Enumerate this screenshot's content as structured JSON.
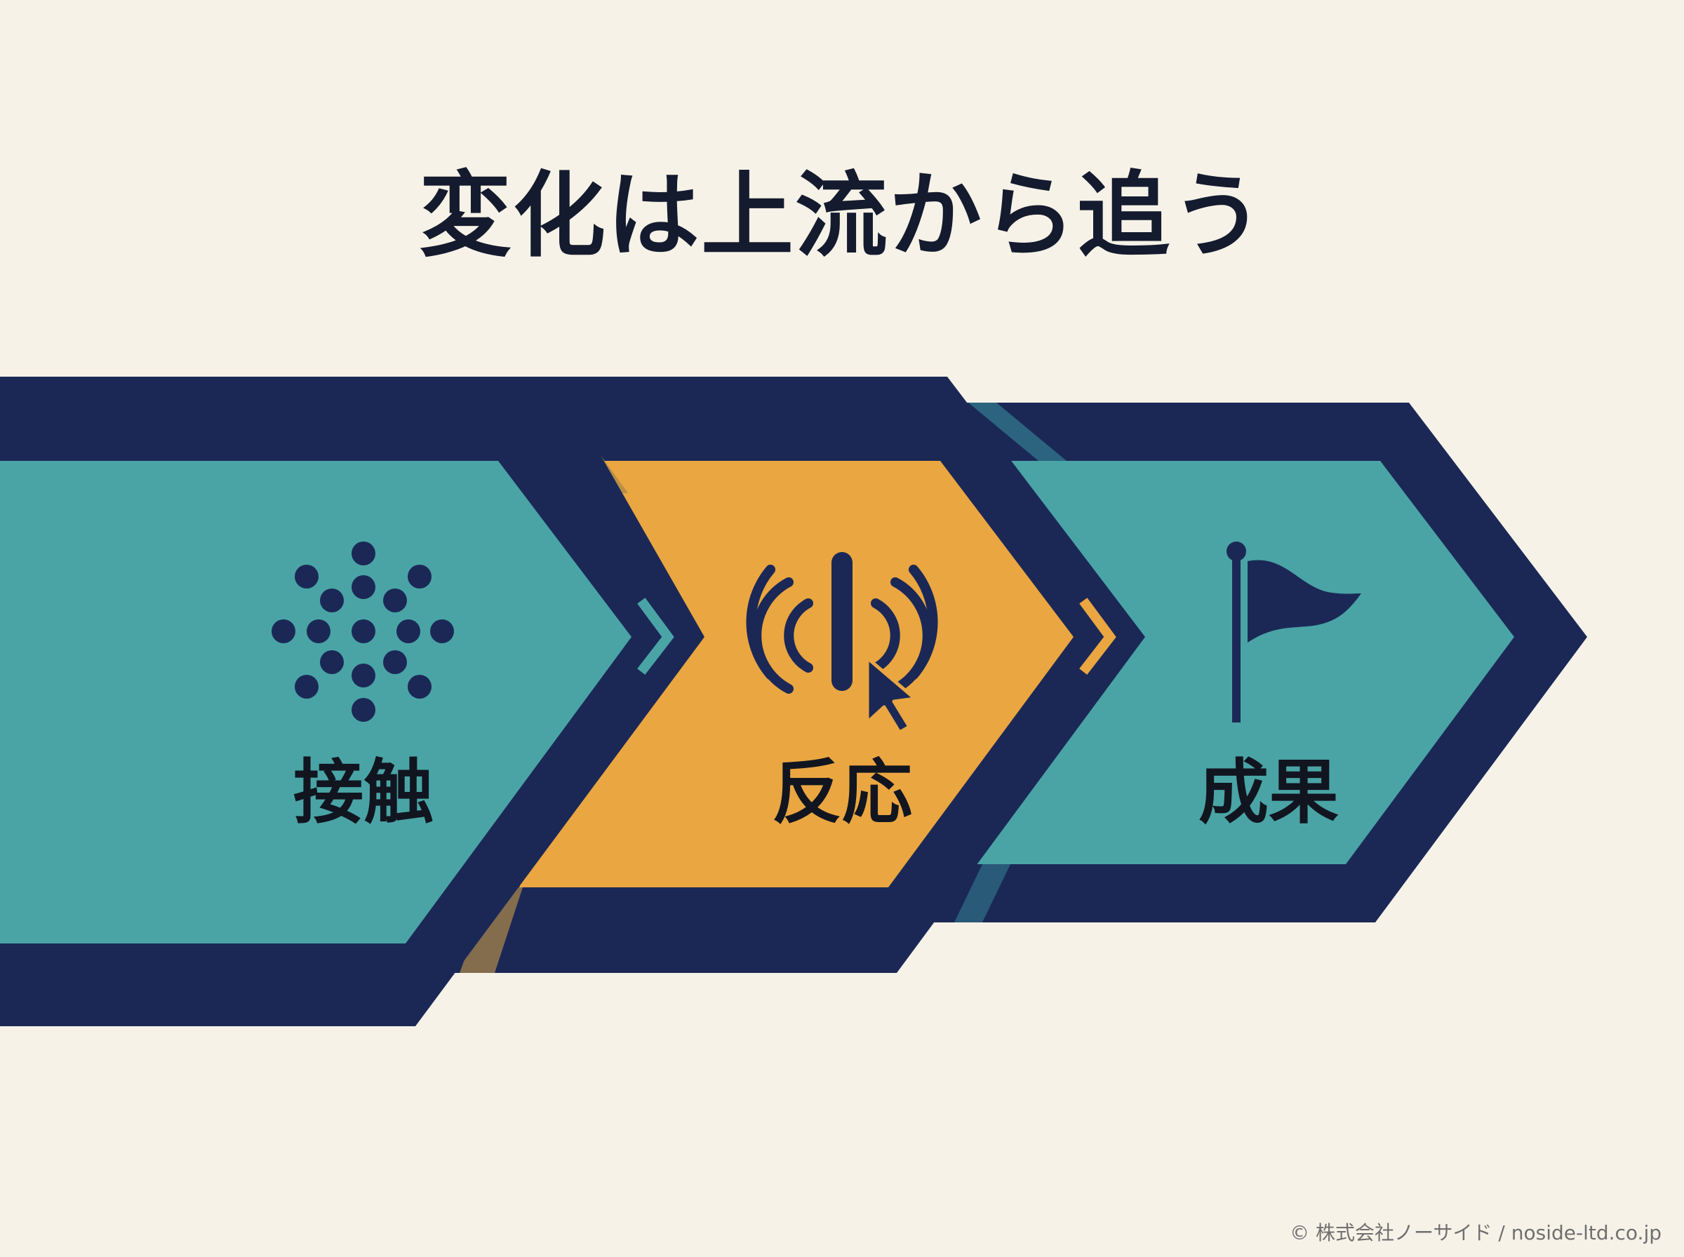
{
  "title": "変化は上流から追う",
  "stages": [
    {
      "label": "接触",
      "icon": "dot-burst-icon",
      "fill": "#4aa4a5"
    },
    {
      "label": "反応",
      "icon": "signal-click-icon",
      "fill": "#eaa641"
    },
    {
      "label": "成果",
      "icon": "flag-icon",
      "fill": "#4aa4a5"
    }
  ],
  "footer": "© 株式会社ノーサイド / noside-ltd.co.jp",
  "colors": {
    "background": "#f6f2e7",
    "navy": "#1b2856",
    "teal": "#4aa4a5",
    "orange": "#eaa641",
    "text": "#141b2e"
  }
}
